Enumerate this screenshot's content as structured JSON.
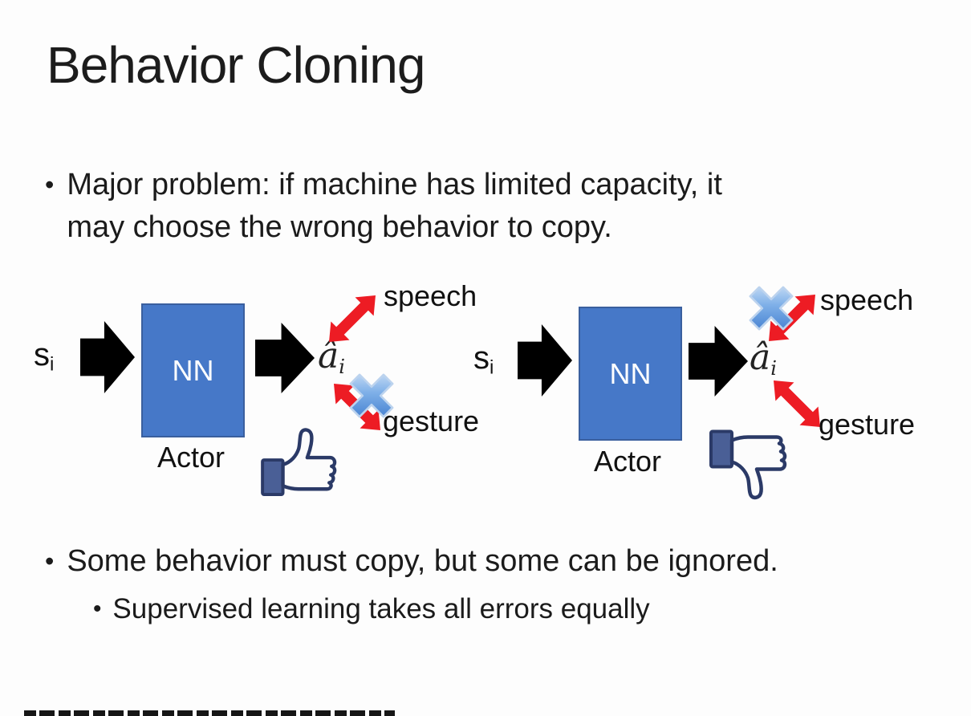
{
  "slide": {
    "title": "Behavior Cloning",
    "bullet_char": "•",
    "bullets": {
      "b1_line1": "Major problem: if machine has limited capacity, it",
      "b1_line2": "may choose the wrong behavior to copy.",
      "b2": "Some behavior must copy, but some can be ignored.",
      "b2_sub": "Supervised learning takes all errors equally"
    }
  },
  "diagram_left": {
    "input_main": "s",
    "input_sub": "i",
    "nn_label": "NN",
    "output_main": "â",
    "output_sub": "i",
    "speech_label": "speech",
    "gesture_label": "gesture",
    "actor_label": "Actor",
    "crossed_branch": "gesture",
    "feedback_icon": "thumbs-up"
  },
  "diagram_right": {
    "input_main": "s",
    "input_sub": "i",
    "nn_label": "NN",
    "output_main": "â",
    "output_sub": "i",
    "speech_label": "speech",
    "gesture_label": "gesture",
    "actor_label": "Actor",
    "crossed_branch": "speech",
    "feedback_icon": "thumbs-down"
  },
  "colors": {
    "nn_box_fill": "#4678c8",
    "nn_box_border": "#3a5f9e",
    "block_arrow": "#000000",
    "branch_arrow": "#ed1c24",
    "cross_icon_blue": "#4a86d8",
    "thumb_outline": "#2b3a67",
    "thumb_sleeve": "#4a5f96",
    "text": "#1b1b1b"
  }
}
